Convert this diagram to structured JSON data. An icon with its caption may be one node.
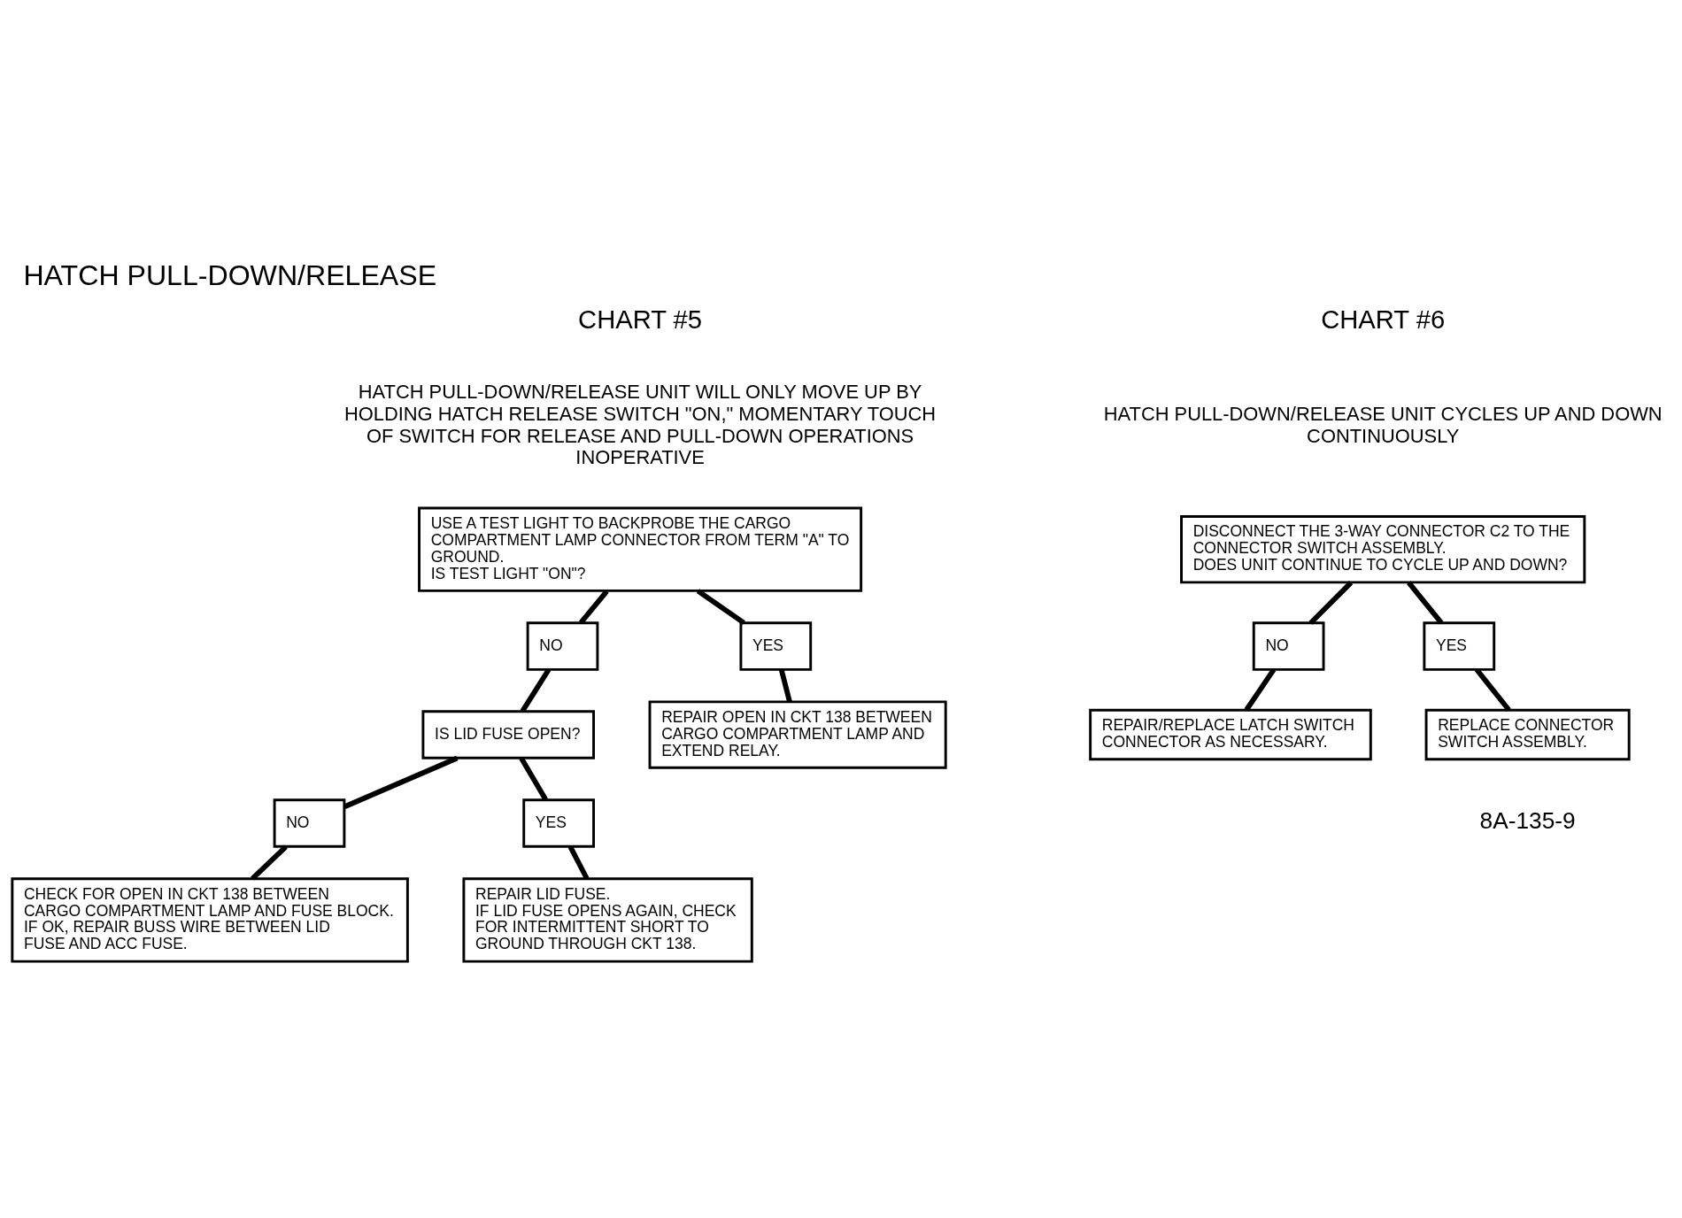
{
  "diagram": {
    "title": "HATCH PULL-DOWN/RELEASE",
    "nodes": [
      {
        "text": [
          "USE A TEST LIGHT TO BACKPROBE THE CARGO COMPARTMENT LAMP CONNECTOR FROM TERM \"A\" TO GROUND.",
          "IS TEST LIGHT \"ON\"?"
        ]
      },
      {
        "text": [
          "NO"
        ]
      },
      {
        "text": [
          "YES"
        ]
      },
      {
        "text": [
          "IS LID FUSE OPEN?"
        ]
      },
      {
        "text": [
          "REPAIR OPEN IN CKT 138 BETWEEN CARGO COMPARTMENT LAMP AND EXTEND RELAY."
        ]
      },
      {
        "text": [
          "NO"
        ]
      },
      {
        "text": [
          "YES"
        ]
      },
      {
        "text": [
          "CHECK FOR OPEN IN CKT 138 BETWEEN CARGO COMPARTMENT LAMP AND FUSE BLOCK. IF OK, REPAIR BUSS WIRE BETWEEN LID FUSE AND ACC FUSE."
        ]
      },
      {
        "text": [
          "REPAIR LID FUSE.",
          "IF LID FUSE OPENS AGAIN, CHECK FOR INTERMITTENT SHORT TO GROUND THROUGH CKT 138."
        ]
      },
      {
        "text": [
          "DISCONNECT THE 3-WAY CONNECTOR C2 TO THE CONNECTOR SWITCH ASSEMBLY.",
          "DOES UNIT CONTINUE TO CYCLE UP AND DOWN?"
        ]
      },
      {
        "text": [
          "NO"
        ]
      },
      {
        "text": [
          "YES"
        ]
      },
      {
        "text": [
          "REPAIR/REPLACE LATCH SWITCH CONNECTOR AS NECESSARY."
        ]
      },
      {
        "text": [
          "REPLACE CONNECTOR SWITCH ASSEMBLY."
        ]
      }
    ],
    "edges": [
      {
        "from": 0,
        "to": 1,
        "arrow": "none"
      },
      {
        "from": 0,
        "to": 2,
        "arrow": "none"
      },
      {
        "from": 1,
        "to": 3,
        "arrow": "none"
      },
      {
        "from": 2,
        "to": 4,
        "arrow": "none"
      },
      {
        "from": 3,
        "to": 5,
        "arrow": "none"
      },
      {
        "from": 3,
        "to": 6,
        "arrow": "none"
      },
      {
        "from": 5,
        "to": 7,
        "arrow": "none"
      },
      {
        "from": 6,
        "to": 8,
        "arrow": "none"
      },
      {
        "from": 9,
        "to": 10,
        "arrow": "none"
      },
      {
        "from": 9,
        "to": 11,
        "arrow": "none"
      },
      {
        "from": 10,
        "to": 12,
        "arrow": "none"
      },
      {
        "from": 11,
        "to": 13,
        "arrow": "none"
      }
    ],
    "labels": [
      "CHART #5",
      "HATCH PULL-DOWN/RELEASE UNIT WILL ONLY MOVE UP BY HOLDING HATCH RELEASE SWITCH \"ON,\" MOMENTARY TOUCH OF SWITCH FOR RELEASE AND PULL-DOWN OPERATIONS INOPERATIVE",
      "CHART #6",
      "HATCH PULL-DOWN/RELEASE UNIT CYCLES UP AND DOWN CONTINUOUSLY",
      "8A-135-9"
    ]
  }
}
